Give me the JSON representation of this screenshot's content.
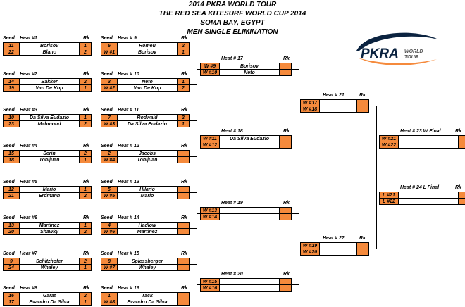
{
  "header": {
    "line1": "2014 PKRA WORLD TOUR",
    "line2": "THE RED SEA KITESURF WORLD CUP 2014",
    "line3": "SOMA BAY, EGYPT",
    "line4": "MEN SINGLE ELIMINATION"
  },
  "logo": {
    "main": "PKRA",
    "sub1": "WORLD",
    "sub2": "TOUR",
    "colors": {
      "swoosh": "#0b2340",
      "accent": "#f58a3c"
    }
  },
  "labels": {
    "seed": "Seed",
    "rk": "Rk"
  },
  "colors": {
    "orange": "#f58a3c",
    "white": "#ffffff"
  },
  "col1": [
    {
      "title": "Heat #1",
      "rows": [
        {
          "seed": "11",
          "name": "Borisov",
          "rk": "1"
        },
        {
          "seed": "22",
          "name": "Blanc",
          "rk": "2"
        }
      ]
    },
    {
      "title": "Heat #2",
      "rows": [
        {
          "seed": "14",
          "name": "Bakker",
          "rk": "2"
        },
        {
          "seed": "19",
          "name": "Van De Kop",
          "rk": "1"
        }
      ]
    },
    {
      "title": "Heat #3",
      "rows": [
        {
          "seed": "10",
          "name": "Da Silva Eudazio",
          "rk": "1"
        },
        {
          "seed": "23",
          "name": "Mahmoud",
          "rk": "2"
        }
      ]
    },
    {
      "title": "Heat #4",
      "rows": [
        {
          "seed": "15",
          "name": "Serin",
          "rk": "2"
        },
        {
          "seed": "18",
          "name": "Tonijuan",
          "rk": "1"
        }
      ]
    },
    {
      "title": "Heat #5",
      "rows": [
        {
          "seed": "12",
          "name": "Mario",
          "rk": "1"
        },
        {
          "seed": "21",
          "name": "Erdmann",
          "rk": "2"
        }
      ]
    },
    {
      "title": "Heat #6",
      "rows": [
        {
          "seed": "13",
          "name": "Martinez",
          "rk": "1"
        },
        {
          "seed": "20",
          "name": "Shawky",
          "rk": "2"
        }
      ]
    },
    {
      "title": "Heat #7",
      "rows": [
        {
          "seed": "9",
          "name": "Schitzhofer",
          "rk": "2"
        },
        {
          "seed": "24",
          "name": "Whaley",
          "rk": "1"
        }
      ]
    },
    {
      "title": "Heat #8",
      "rows": [
        {
          "seed": "16",
          "name": "Garat",
          "rk": "2"
        },
        {
          "seed": "17",
          "name": "Evandro Da Silva",
          "rk": "1"
        }
      ]
    }
  ],
  "col2": [
    {
      "title": "Heat # 9",
      "rows": [
        {
          "seed": "6",
          "name": "Romeu",
          "rk": "2"
        },
        {
          "seed": "W #1",
          "name": "Borisov",
          "rk": "1"
        }
      ]
    },
    {
      "title": "Heat # 10",
      "rows": [
        {
          "seed": "3",
          "name": "Neto",
          "rk": "1"
        },
        {
          "seed": "W #2",
          "name": "Van De Kop",
          "rk": "2"
        }
      ]
    },
    {
      "title": "Heat # 11",
      "rows": [
        {
          "seed": "7",
          "name": "Rodwald",
          "rk": "2"
        },
        {
          "seed": "W #3",
          "name": "Da Silva Eudazio",
          "rk": "1"
        }
      ]
    },
    {
      "title": "Heat # 12",
      "rows": [
        {
          "seed": "2",
          "name": "Jacobs",
          "rk": ""
        },
        {
          "seed": "W #4",
          "name": "Tonijuan",
          "rk": ""
        }
      ]
    },
    {
      "title": "Heat # 13",
      "rows": [
        {
          "seed": "5",
          "name": "Hilario",
          "rk": ""
        },
        {
          "seed": "W #5",
          "name": "Mario",
          "rk": ""
        }
      ]
    },
    {
      "title": "Heat # 14",
      "rows": [
        {
          "seed": "4",
          "name": "Hadlow",
          "rk": ""
        },
        {
          "seed": "W #6",
          "name": "Martinez",
          "rk": ""
        }
      ]
    },
    {
      "title": "Heat # 15",
      "rows": [
        {
          "seed": "8",
          "name": "Spiessberger",
          "rk": ""
        },
        {
          "seed": "W #7",
          "name": "Whaley",
          "rk": ""
        }
      ]
    },
    {
      "title": "Heat # 16",
      "rows": [
        {
          "seed": "1",
          "name": "Tack",
          "rk": ""
        },
        {
          "seed": "W #8",
          "name": "Evandro Da Silva",
          "rk": ""
        }
      ]
    }
  ],
  "col3": [
    {
      "title": "Heat # 17",
      "rows": [
        {
          "seed": "W #9",
          "name": "Borisov",
          "rk": ""
        },
        {
          "seed": "W #10",
          "name": "Neto",
          "rk": ""
        }
      ]
    },
    {
      "title": "Heat # 18",
      "rows": [
        {
          "seed": "W #11",
          "name": "Da Silva Eudazio",
          "rk": ""
        },
        {
          "seed": "W #12",
          "name": "",
          "rk": ""
        }
      ]
    },
    {
      "title": "Heat # 19",
      "rows": [
        {
          "seed": "W #13",
          "name": "",
          "rk": ""
        },
        {
          "seed": "W #14",
          "name": "",
          "rk": ""
        }
      ]
    },
    {
      "title": "Heat # 20",
      "rows": [
        {
          "seed": "W #15",
          "name": "",
          "rk": ""
        },
        {
          "seed": "W #16",
          "name": "",
          "rk": ""
        }
      ]
    }
  ],
  "col4": [
    {
      "title": "Heat # 21",
      "rows": [
        {
          "seed": "W #17",
          "name": "",
          "rk": ""
        },
        {
          "seed": "W #18",
          "name": "",
          "rk": ""
        }
      ]
    },
    {
      "title": "Heat # 22",
      "rows": [
        {
          "seed": "W #19",
          "name": "",
          "rk": ""
        },
        {
          "seed": "W #20",
          "name": "",
          "rk": ""
        }
      ]
    }
  ],
  "col5": [
    {
      "title": "Heat # 23 W Final",
      "rows": [
        {
          "seed": "W #21",
          "name": "",
          "rk": ""
        },
        {
          "seed": "W #22",
          "name": "",
          "rk": ""
        }
      ]
    },
    {
      "title": "Heat # 24 L Final",
      "rows": [
        {
          "seed": "L #21",
          "name": "",
          "rk": ""
        },
        {
          "seed": "L #22",
          "name": "",
          "rk": ""
        }
      ]
    }
  ]
}
